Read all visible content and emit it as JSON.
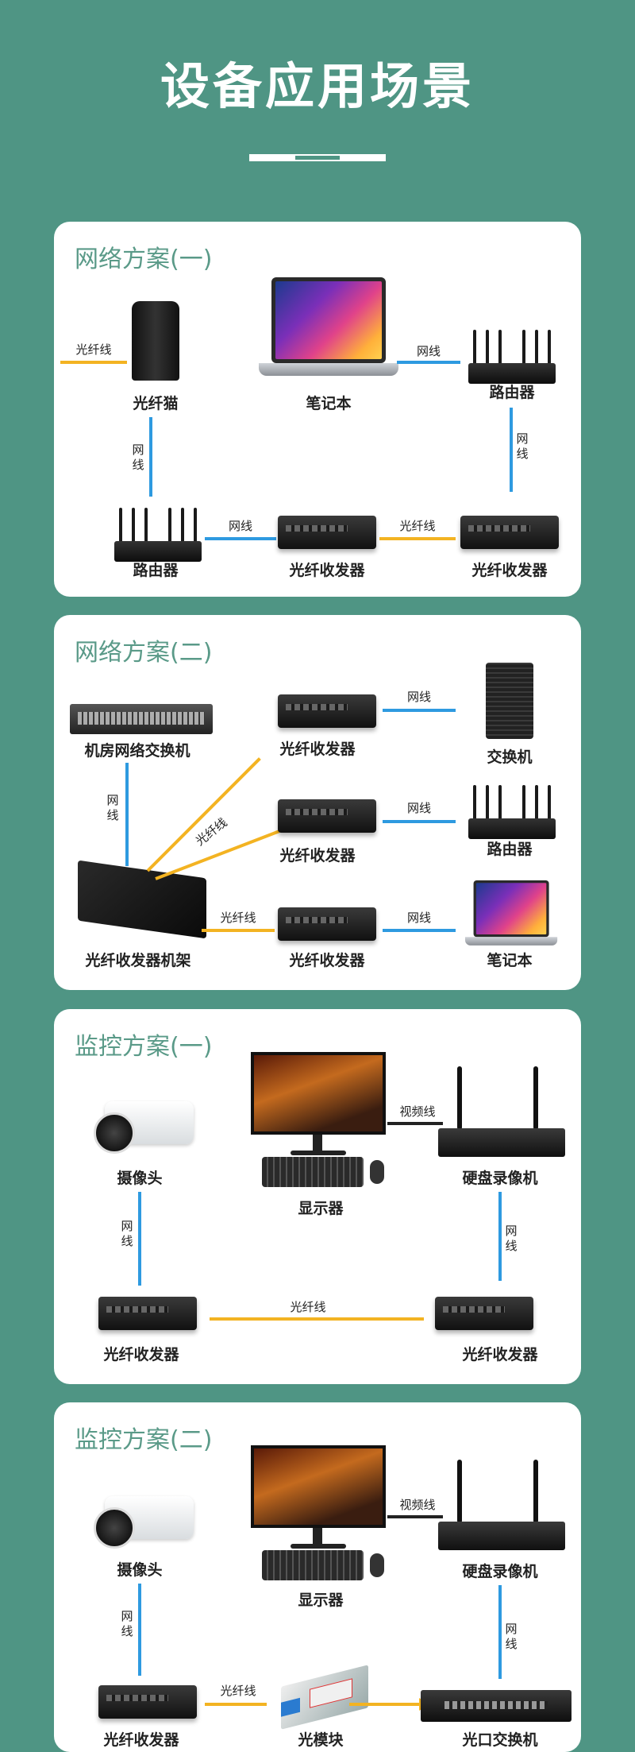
{
  "page": {
    "title": "设备应用场景"
  },
  "colors": {
    "background": "#4f9584",
    "accent_text": "#5a9a88",
    "net_cable": "#2e9ae0",
    "fiber_cable": "#f3b322",
    "video_cable": "#222222"
  },
  "card1": {
    "title": "网络方案(一)",
    "modem": "光纤猫",
    "laptop": "笔记本",
    "router_top": "路由器",
    "router_bottom": "路由器",
    "trans_mid": "光纤收发器",
    "trans_right": "光纤收发器",
    "fiber_in": "光纤线",
    "net_top": "网线",
    "net_left": "网线",
    "net_right": "网线",
    "net_bottom": "网线",
    "fiber_bottom": "光纤线"
  },
  "card2": {
    "title": "网络方案(二)",
    "core_switch": "机房网络交换机",
    "rack": "光纤收发器机架",
    "trans1": "光纤收发器",
    "trans2": "光纤收发器",
    "trans3": "光纤收发器",
    "switch": "交换机",
    "router": "路由器",
    "laptop": "笔记本",
    "net_left": "网线",
    "fiber_diag": "光纤线",
    "fiber_h": "光纤线",
    "net1": "网线",
    "net2": "网线",
    "net3": "网线"
  },
  "card3": {
    "title": "监控方案(一)",
    "camera": "摄像头",
    "monitor": "显示器",
    "dvr": "硬盘录像机",
    "trans_left": "光纤收发器",
    "trans_right": "光纤收发器",
    "video": "视频线",
    "net_left": "网线",
    "net_right": "网线",
    "fiber": "光纤线"
  },
  "card4": {
    "title": "监控方案(二)",
    "camera": "摄像头",
    "monitor": "显示器",
    "dvr": "硬盘录像机",
    "trans": "光纤收发器",
    "sfp": "光模块",
    "fiber_switch": "光口交换机",
    "video": "视频线",
    "net_left": "网线",
    "net_right": "网线",
    "fiber": "光纤线"
  }
}
